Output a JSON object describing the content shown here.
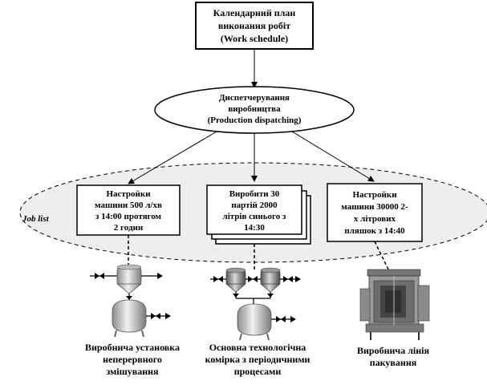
{
  "schedule": {
    "lines": [
      "Календарний план",
      "виконання робіт",
      "(Work schedule)"
    ]
  },
  "dispatch": {
    "lines": [
      "Диспетчерування",
      "виробництва",
      "(Production dispatching)"
    ]
  },
  "job_list": {
    "label": "Job list",
    "jobs": [
      {
        "lines": [
          "Настройки",
          "машини 500 л/хв",
          "з 14:00 протягом",
          "2 годин"
        ]
      },
      {
        "lines": [
          "Виробити 30",
          "партій 2000",
          "літрів синього з",
          "14:30"
        ]
      },
      {
        "lines": [
          "Настройки",
          "машини 30000 2-",
          "х літрових",
          "пляшок з 14:40"
        ]
      }
    ]
  },
  "units": [
    {
      "lines": [
        "Виробнича установка",
        "неперервного",
        "змішування"
      ]
    },
    {
      "lines": [
        "Основна технологічна",
        "комірка з періодичними",
        "процесами"
      ]
    },
    {
      "lines": [
        "Виробнича лінія",
        "пакування"
      ]
    }
  ],
  "colors": {
    "line": "#000000",
    "ellipse_fill": "#eeeeee",
    "equipment": "#c8c8c8",
    "packaging": "#8a8a8a"
  }
}
